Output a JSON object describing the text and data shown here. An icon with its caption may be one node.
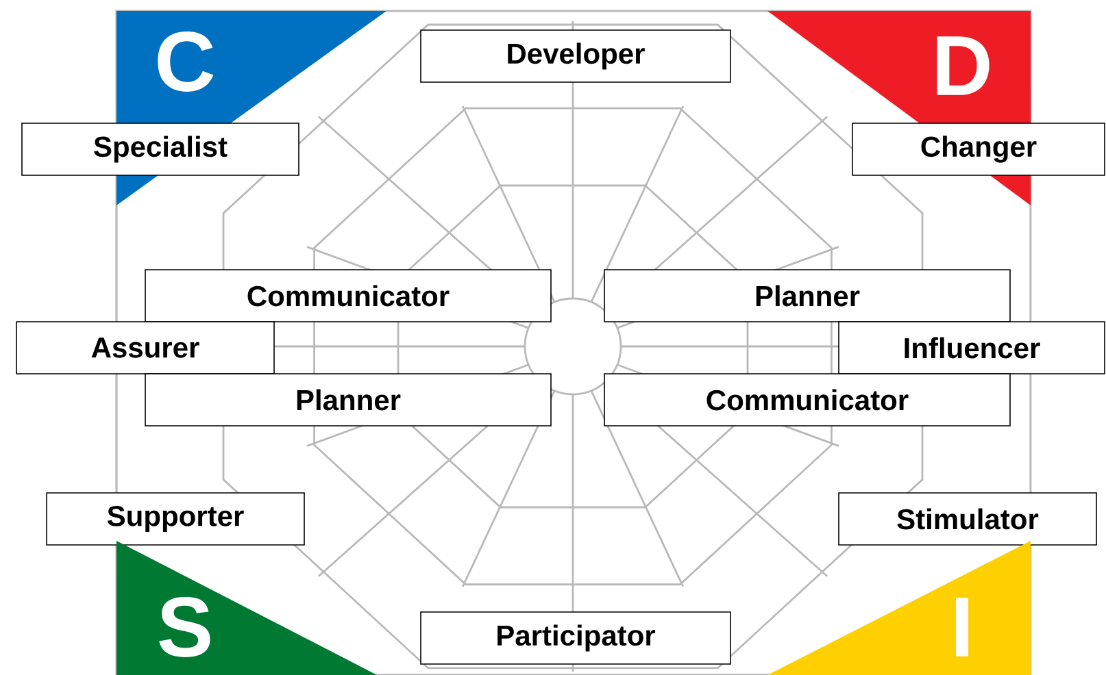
{
  "diagram": {
    "nodes": [
      {
        "text": [
          "C"
        ]
      },
      {
        "text": [
          "Developer"
        ]
      },
      {
        "text": [
          "D"
        ]
      },
      {
        "text": [
          "Specialist"
        ]
      },
      {
        "text": [
          "Changer"
        ]
      },
      {
        "text": [
          "Communicator"
        ]
      },
      {
        "text": [
          "Planner"
        ]
      },
      {
        "text": [
          "Assurer"
        ]
      },
      {
        "text": [
          "Influencer"
        ]
      },
      {
        "text": [
          "Planner"
        ]
      },
      {
        "text": [
          "Communicator"
        ]
      },
      {
        "text": [
          "Supporter"
        ]
      },
      {
        "text": [
          "Stimulator"
        ]
      },
      {
        "text": [
          "S"
        ]
      },
      {
        "text": [
          "Participator"
        ]
      },
      {
        "text": [
          "I"
        ]
      }
    ]
  }
}
